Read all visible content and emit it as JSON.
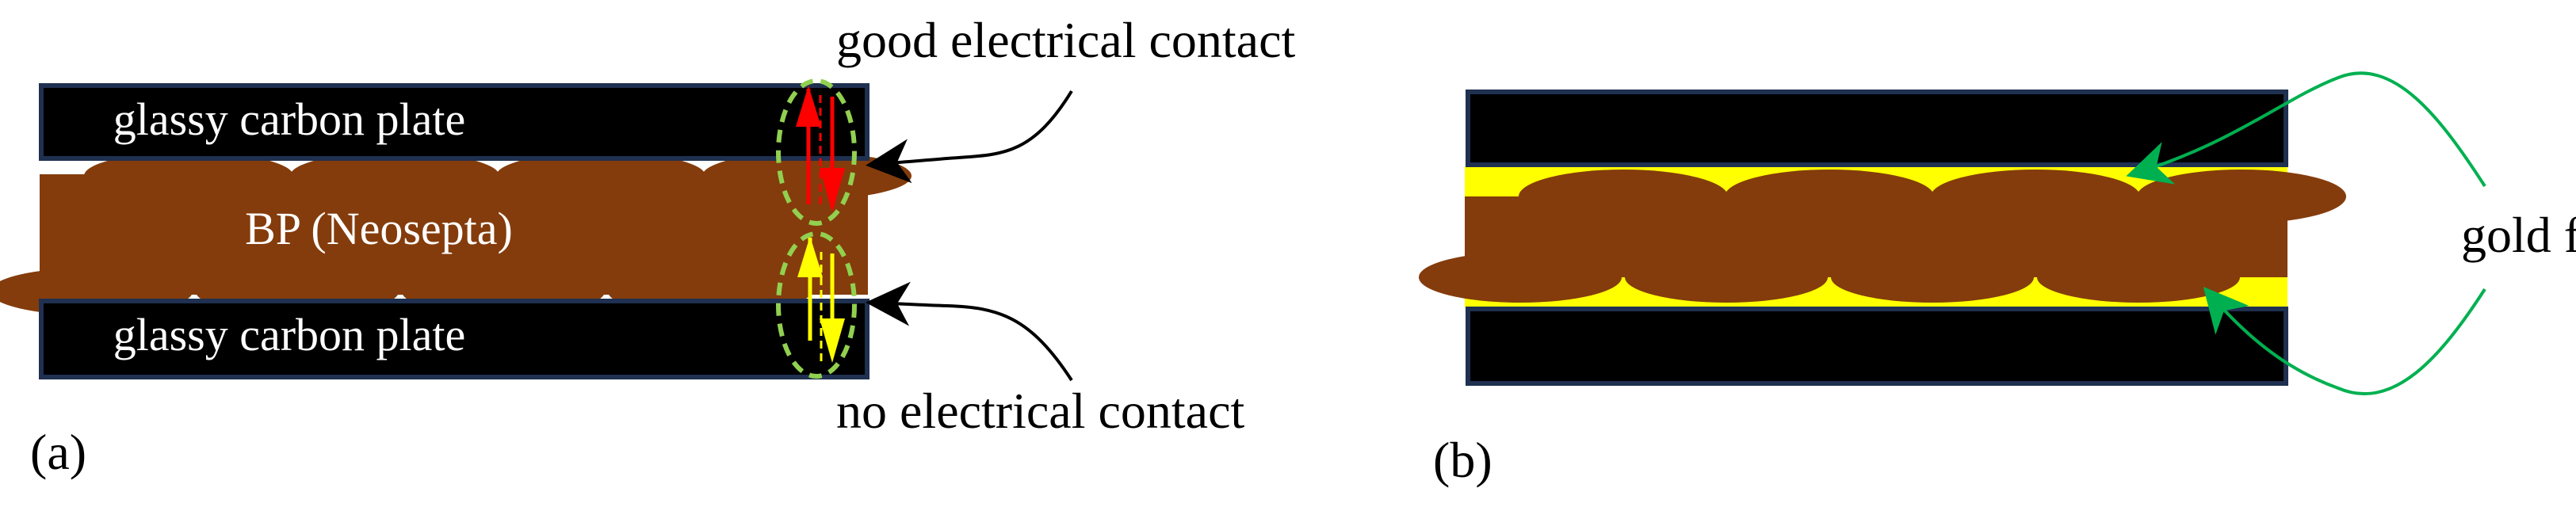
{
  "panel_a": {
    "label": "(a)",
    "top_plate_label": "glassy carbon plate",
    "bottom_plate_label": "glassy carbon plate",
    "membrane_label": "BP (Neosepta)",
    "good_contact_label": "good electrical contact",
    "no_contact_label": "no electrical contact"
  },
  "panel_b": {
    "label": "(b)",
    "gold_label": "gold foil"
  },
  "colors": {
    "plate": "#000000",
    "plate_border": "#1f3050",
    "membrane": "#843c0c",
    "gold": "#ffff00",
    "good_arrow": "#ff0000",
    "no_arrow": "#ffff00",
    "highlight_circle": "#92d050",
    "pointer_a": "#000000",
    "pointer_b": "#00b050",
    "text_on_dark": "#ffffff",
    "text": "#000000"
  }
}
